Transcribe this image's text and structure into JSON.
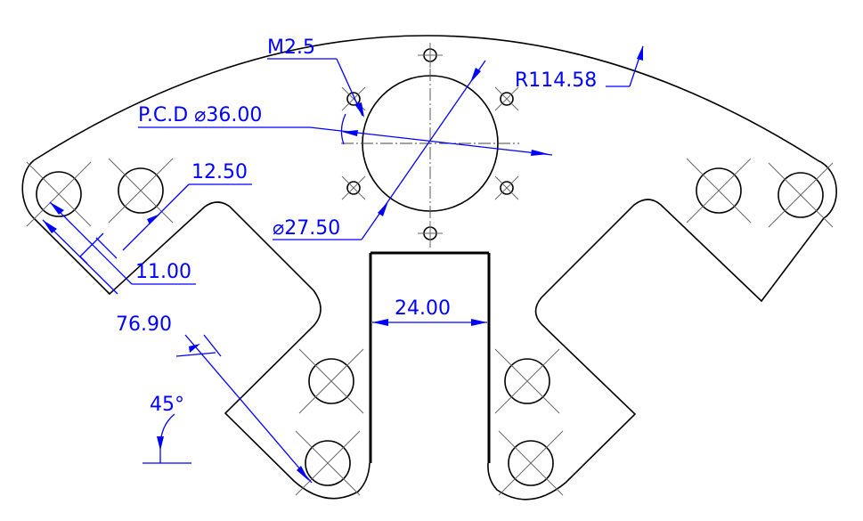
{
  "drawing": {
    "colors": {
      "geometry": "#000000",
      "dimension": "#0000ff",
      "background": "#ffffff"
    },
    "dimensions": {
      "thread_label": "M2.5",
      "pcd_label": "P.C.D ⌀36.00",
      "radius_label": "R114.58",
      "bore_label": "⌀27.50",
      "edge_offset_label": "12.50",
      "hole_spacing_label": "11.00",
      "slot_width_label": "24.00",
      "arm_length_label": "76.90",
      "angle_label": "45°"
    }
  }
}
